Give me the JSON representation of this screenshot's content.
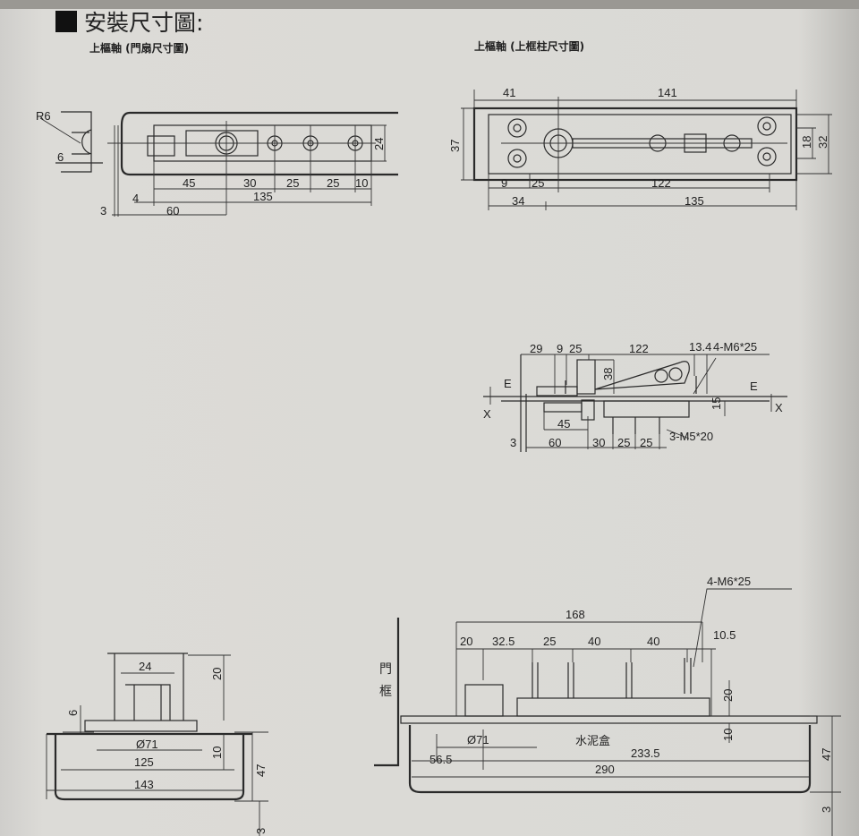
{
  "header": {
    "title": "安裝尺寸圖:",
    "sub_left": "上樞軸 (門扇尺寸圖)",
    "sub_right": "上樞軸 (上框柱尺寸圖)"
  },
  "d1": {
    "labels": [
      "R6",
      "6",
      "45",
      "30",
      "25",
      "25",
      "10",
      "24",
      "135",
      "4",
      "3",
      "60"
    ]
  },
  "d2": {
    "labels": [
      "41",
      "141",
      "37",
      "18",
      "32",
      "9",
      "25",
      "122",
      "34",
      "135"
    ]
  },
  "d3": {
    "labels": [
      "29",
      "9",
      "25",
      "122",
      "13.4",
      "4-M6*25",
      "38",
      "E",
      "E",
      "X",
      "X",
      "15",
      "45",
      "3",
      "60",
      "30",
      "25",
      "25",
      "3-M5*20"
    ]
  },
  "d4": {
    "labels": [
      "24",
      "20",
      "6",
      "Ø71",
      "10",
      "125",
      "47",
      "143",
      "3"
    ]
  },
  "d5": {
    "labels": [
      "4-M6*25",
      "168",
      "20",
      "32.5",
      "25",
      "40",
      "40",
      "10.5",
      "門",
      "框",
      "20",
      "Ø71",
      "水泥盒",
      "10",
      "233.5",
      "56.5",
      "290",
      "47",
      "3"
    ]
  }
}
